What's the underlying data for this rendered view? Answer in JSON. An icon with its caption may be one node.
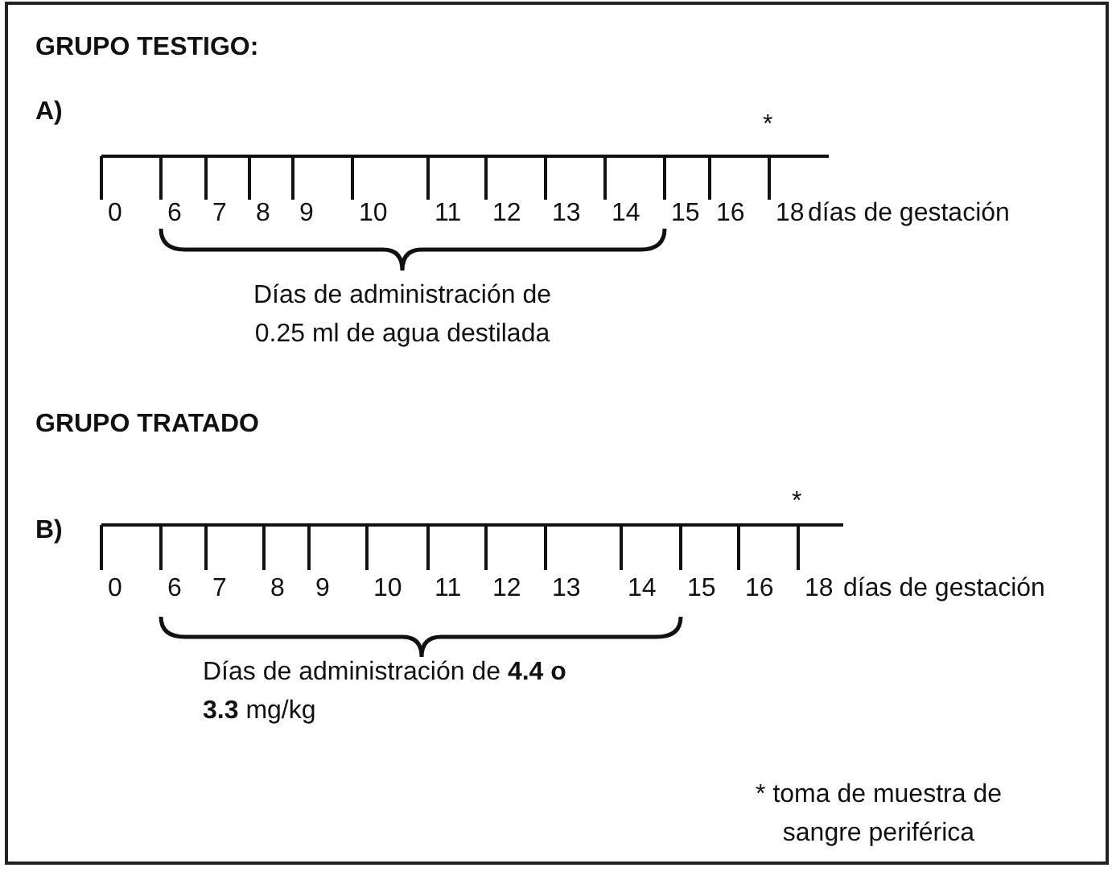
{
  "diagram": {
    "labels": [
      "GRUPO TESTIGO:",
      "A)",
      "*",
      "0",
      "6",
      "7",
      "8",
      "9",
      "10",
      "11",
      "12",
      "13",
      "14",
      "15",
      "16",
      "18",
      "días de gestación",
      "Días de administración de 0.25 ml de agua destilada",
      "GRUPO TRATADO",
      "B)",
      "*",
      "0",
      "6",
      "7",
      "8",
      "9",
      "10",
      "11",
      "12",
      "13",
      "14",
      "15",
      "16",
      "18",
      "días de gestación",
      "Días de administración de **4.4 o 3.3** mg/kg",
      "* toma de muestra de sangre periférica"
    ]
  }
}
